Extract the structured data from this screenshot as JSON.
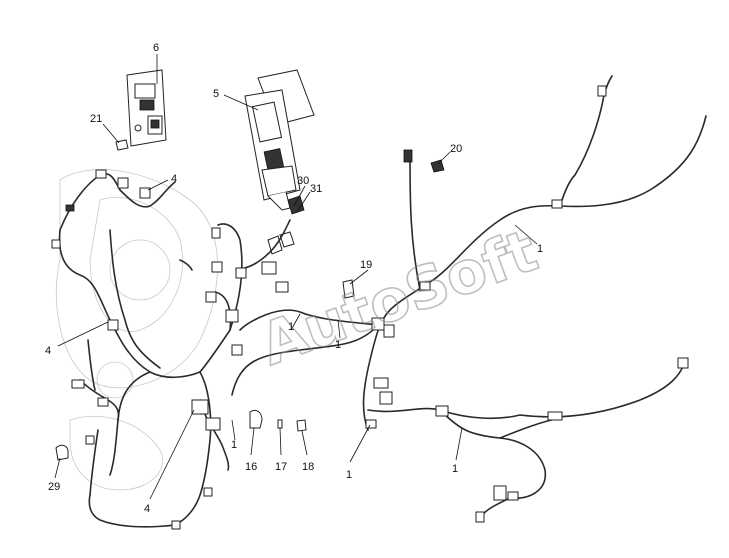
{
  "watermark": "AutoSoft",
  "callouts": {
    "c1a": "1",
    "c1b": "1",
    "c1c": "1",
    "c1d": "1",
    "c1e": "1",
    "c1f": "1",
    "c4a": "4",
    "c4b": "4",
    "c4c": "4",
    "c5": "5",
    "c6": "6",
    "c16": "16",
    "c17": "17",
    "c18": "18",
    "c19": "19",
    "c20": "20",
    "c21": "21",
    "c29": "29",
    "c30": "30",
    "c31": "31"
  }
}
